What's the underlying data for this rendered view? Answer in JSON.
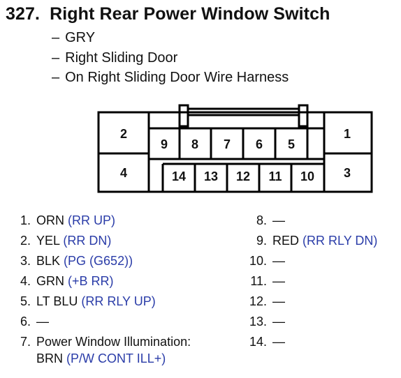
{
  "header": {
    "number": "327.",
    "title": "Right Rear Power Window Switch",
    "details": [
      "GRY",
      "Right Sliding Door",
      "On Right Sliding Door Wire Harness"
    ],
    "dash": "–"
  },
  "connector": {
    "cells": [
      "1",
      "2",
      "3",
      "4",
      "5",
      "6",
      "7",
      "8",
      "9",
      "10",
      "11",
      "12",
      "13",
      "14"
    ]
  },
  "pins": [
    {
      "num": "1.",
      "wire": "ORN",
      "func": "(RR UP)"
    },
    {
      "num": "2.",
      "wire": "YEL",
      "func": "(RR DN)"
    },
    {
      "num": "3.",
      "wire": "BLK",
      "func": "(PG (G652))"
    },
    {
      "num": "4.",
      "wire": "GRN",
      "func": "(+B RR)"
    },
    {
      "num": "5.",
      "wire": "LT BLU",
      "func": "(RR RLY UP)"
    },
    {
      "num": "6.",
      "wire": "—",
      "func": ""
    },
    {
      "num": "7.",
      "wire": "Power Window Illumination:",
      "func": ""
    },
    {
      "num": "",
      "wire": "BRN",
      "func": "(P/W CONT ILL+)"
    },
    {
      "num": "8.",
      "wire": "—",
      "func": ""
    },
    {
      "num": "9.",
      "wire": "RED",
      "func": "(RR RLY DN)"
    },
    {
      "num": "10.",
      "wire": "—",
      "func": ""
    },
    {
      "num": "11.",
      "wire": "—",
      "func": ""
    },
    {
      "num": "12.",
      "wire": "—",
      "func": ""
    },
    {
      "num": "13.",
      "wire": "—",
      "func": ""
    },
    {
      "num": "14.",
      "wire": "—",
      "func": ""
    }
  ],
  "colors": {
    "text": "#111111",
    "function": "#2a3ca8",
    "line": "#000000"
  }
}
